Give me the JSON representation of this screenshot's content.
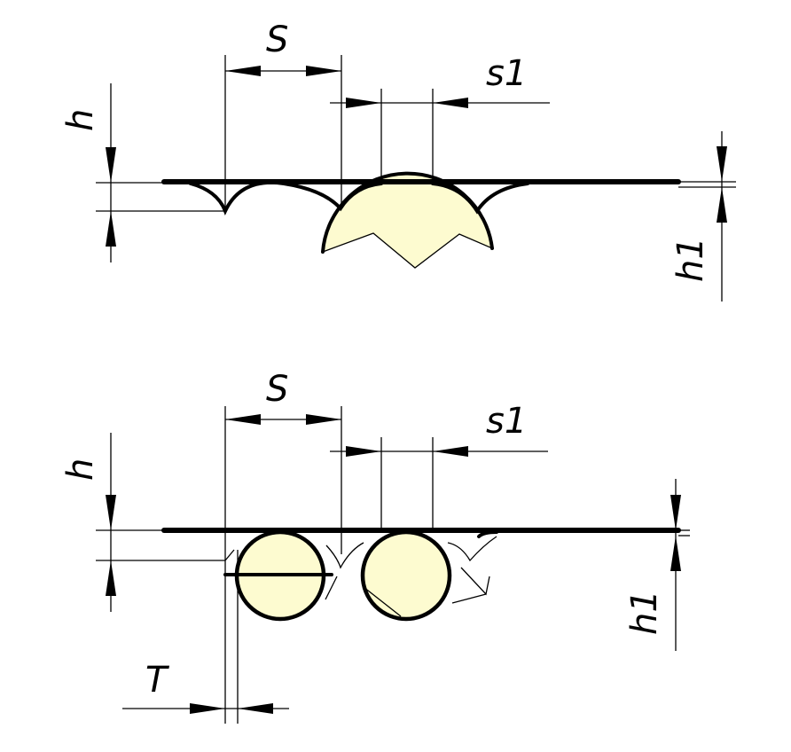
{
  "colors": {
    "line": "#000000",
    "fill": "#fdfbd0",
    "background": "#ffffff"
  },
  "top_view": {
    "labels": {
      "pitch": "S",
      "gap": "s1",
      "depth": "h",
      "thickness": "h1"
    }
  },
  "bottom_view": {
    "labels": {
      "pitch": "S",
      "gap": "s1",
      "depth": "h",
      "thickness": "h1",
      "offset": "T"
    }
  }
}
